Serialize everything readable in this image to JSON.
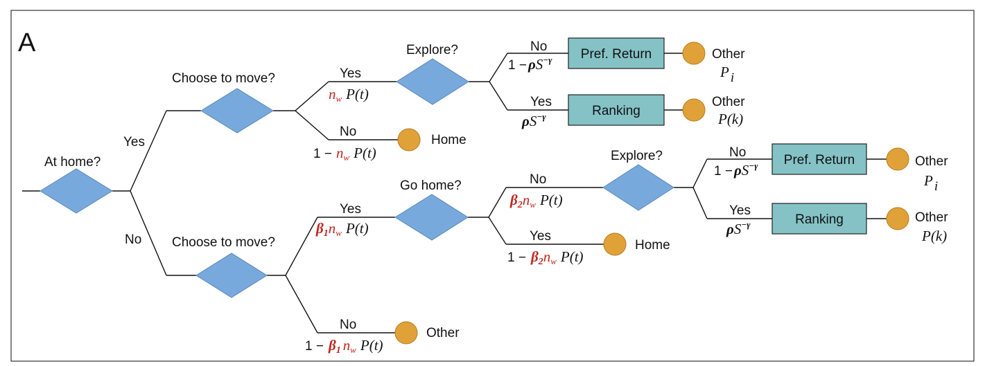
{
  "panel_label": "A",
  "decisions": {
    "at_home": "At home?",
    "choose_move_top": "Choose to move?",
    "choose_move_bottom": "Choose to move?",
    "explore_top": "Explore?",
    "go_home": "Go home?",
    "explore_bottom": "Explore?"
  },
  "branches": {
    "yes": "Yes",
    "no": "No"
  },
  "boxes": {
    "pref_return": "Pref. Return",
    "ranking": "Ranking"
  },
  "outcomes": {
    "other": "Other",
    "home": "Home"
  },
  "math": {
    "one_minus": "1 −",
    "one_minus_tight": "1 −",
    "n": "n",
    "w": "w",
    "P_t": "P(t)",
    "P_k": "P(k)",
    "P": "P",
    "i": "i",
    "rho": "ρ",
    "S": "S",
    "neg_gamma": "−γ",
    "beta": "β",
    "one": "1",
    "two": "2"
  },
  "colors": {
    "diamond": "#78a9dc",
    "box": "#84c2c6",
    "circle": "#e0a238",
    "highlight": "#c0261f"
  }
}
